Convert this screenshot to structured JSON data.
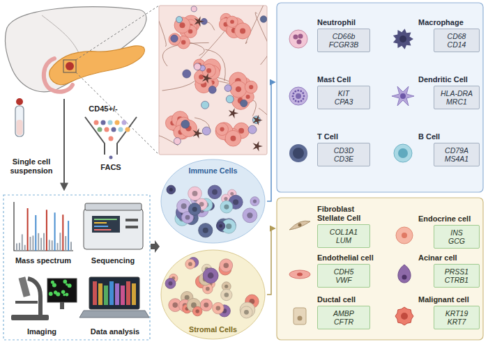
{
  "diagram": {
    "nodes": [
      {
        "text": [
          "Neutrophil",
          "CD66b FCGR3B"
        ]
      },
      {
        "text": [
          "Macrophage",
          "CD68 CD14"
        ]
      },
      {
        "text": [
          "Mast Cell",
          "KIT CPA3"
        ]
      },
      {
        "text": [
          "Dendritic Cell",
          "HLA-DRA MRC1"
        ]
      },
      {
        "text": [
          "T Cell",
          "CD3D CD3E"
        ]
      },
      {
        "text": [
          "B Cell",
          "CD79A MS4A1"
        ]
      },
      {
        "text": [
          "Immune Cells"
        ]
      },
      {
        "text": [
          "Fibroblast Stellate Cell",
          "COL1A1 LUM"
        ]
      },
      {
        "text": [
          "Endocrine cell",
          "INS GCG"
        ]
      },
      {
        "text": [
          "Endothelial cell",
          "CDH5 VWF"
        ]
      },
      {
        "text": [
          "Acinar cell",
          "PRSS1 CTRB1"
        ]
      },
      {
        "text": [
          "Ductal cell",
          "AMBP CFTR"
        ]
      },
      {
        "text": [
          "Malignant cell",
          "KRT19 KRT7"
        ]
      },
      {
        "text": [
          "Stromal Cells"
        ]
      }
    ],
    "labels": [
      "CD45+/-",
      "Single cell suspension",
      "FACS",
      "Mass spectrum",
      "Sequencing",
      "Imaging",
      "Data analysis"
    ]
  }
}
